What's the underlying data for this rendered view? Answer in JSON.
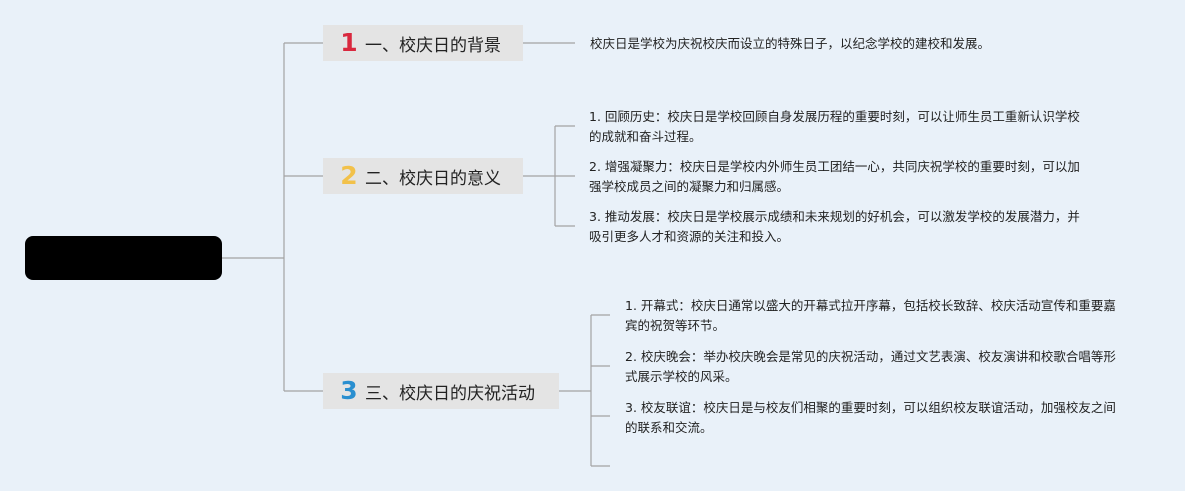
{
  "root": {
    "label": ""
  },
  "branches": [
    {
      "number": "1",
      "number_color": "#d9283e",
      "title": "一、校庆日的背景",
      "leaves": [
        "校庆日是学校为庆祝校庆而设立的特殊日子，以纪念学校的建校和发展。"
      ]
    },
    {
      "number": "2",
      "number_color": "#f2c14a",
      "title": "二、校庆日的意义",
      "leaves": [
        "1. 回顾历史：校庆日是学校回顾自身发展历程的重要时刻，可以让师生员工重新认识学校的成就和奋斗过程。",
        "2. 增强凝聚力：校庆日是学校内外师生员工团结一心，共同庆祝学校的重要时刻，可以加强学校成员之间的凝聚力和归属感。",
        "3. 推动发展：校庆日是学校展示成绩和未来规划的好机会，可以激发学校的发展潜力，并吸引更多人才和资源的关注和投入。"
      ]
    },
    {
      "number": "3",
      "number_color": "#2a8fd0",
      "title": "三、校庆日的庆祝活动",
      "leaves": [
        "1. 开幕式：校庆日通常以盛大的开幕式拉开序幕，包括校长致辞、校庆活动宣传和重要嘉宾的祝贺等环节。",
        "2. 校庆晚会：举办校庆晚会是常见的庆祝活动，通过文艺表演、校友演讲和校歌合唱等形式展示学校的风采。",
        "3. 校友联谊：校庆日是与校友们相聚的重要时刻，可以组织校友联谊活动，加强校友之间的联系和交流。"
      ]
    }
  ],
  "colors": {
    "line": "#a3a3a3",
    "background": "#e9f1f9",
    "branch_bg": "#e4e4e4"
  }
}
